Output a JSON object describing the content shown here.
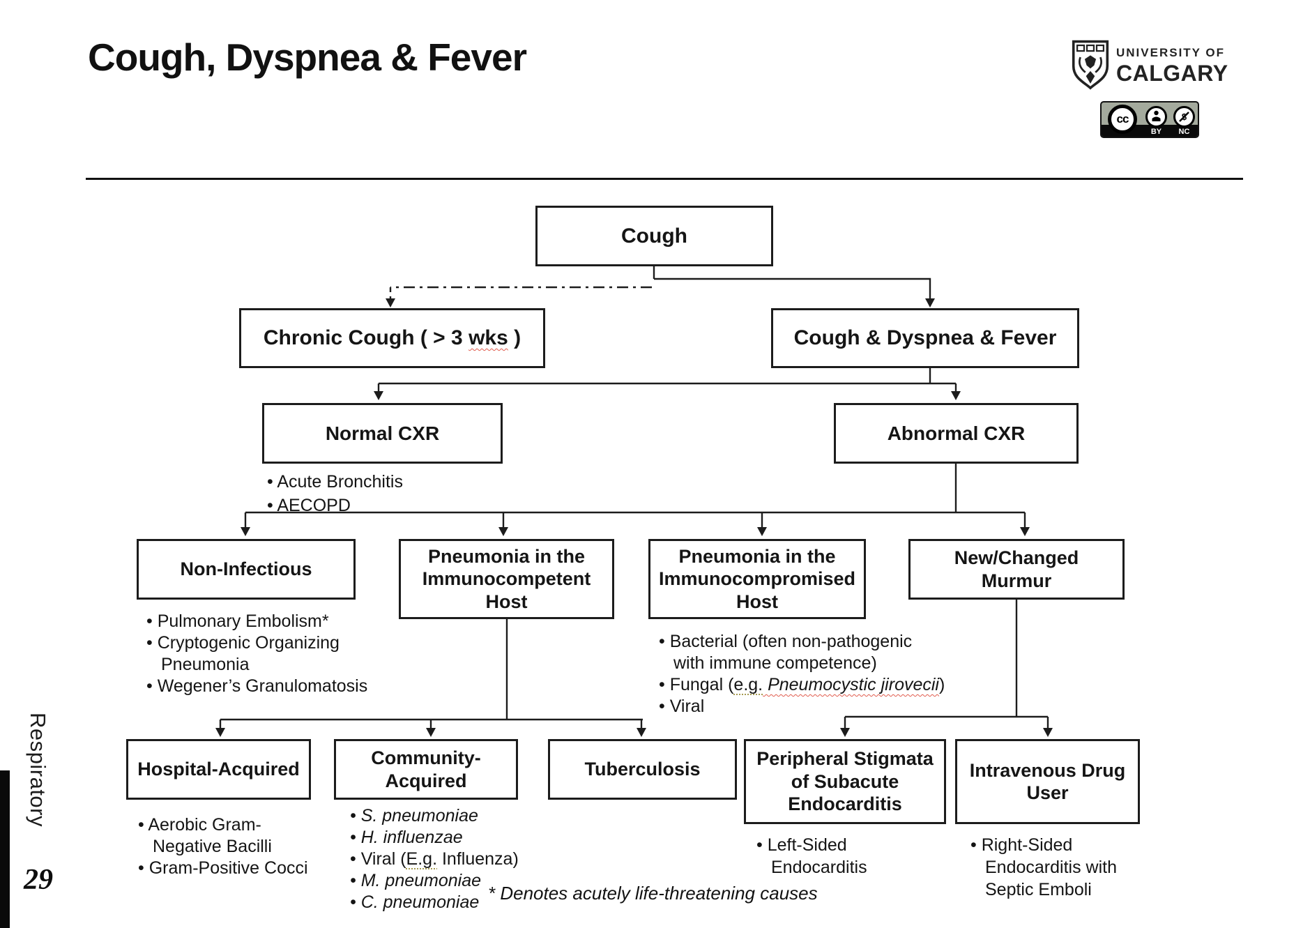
{
  "page": {
    "title": "Cough, Dyspnea & Fever",
    "sidebar_label": "Respiratory",
    "page_number": "29",
    "footnote": "* Denotes acutely life-threatening causes"
  },
  "logo": {
    "line1": "UNIVERSITY OF",
    "line2": "CALGARY"
  },
  "license": {
    "cc": "cc",
    "by": "BY",
    "nc": "NC"
  },
  "nodes": {
    "cough": "Cough",
    "chronic_pre": "Chronic Cough ( > 3 ",
    "chronic_wks": "wks",
    "chronic_post": " )",
    "cough_dyspnea_fever": "Cough & Dyspnea & Fever",
    "normal_cxr": "Normal CXR",
    "abnormal_cxr": "Abnormal CXR",
    "non_infectious": "Non-Infectious",
    "pneumonia_competent": "Pneumonia in the\nImmunocompetent\nHost",
    "pneumonia_compromised": "Pneumonia in the\nImmunocompromised\nHost",
    "murmur": "New/Changed\nMurmur",
    "hospital": "Hospital-Acquired",
    "community": "Community-\nAcquired",
    "tuberculosis": "Tuberculosis",
    "peripheral": "Peripheral Stigmata\nof Subacute\nEndocarditis",
    "ivdu": "Intravenous Drug\nUser"
  },
  "lists": {
    "normal": [
      "Acute Bronchitis",
      "AECOPD"
    ],
    "non_infectious": [
      "Pulmonary Embolism*",
      "Cryptogenic Organizing",
      "Pneumonia",
      "Wegener’s Granulomatosis"
    ],
    "compromised": {
      "b1": "Bacterial (often non-pathogenic",
      "b1b": "with immune competence)",
      "fungal_pre": "Fungal (",
      "fungal_eg": "e.g.",
      "fungal_species": " Pneumocystic jirovecii",
      "fungal_post": ")",
      "viral": "Viral"
    },
    "hospital": [
      "Aerobic Gram-",
      "Negative Bacilli",
      "Gram-Positive Cocci"
    ],
    "community": {
      "i1": "S. pneumoniae",
      "i2": "H. influenzae",
      "viral_pre": "Viral (",
      "viral_eg": "E.g.",
      "viral_post": " Influenza)",
      "i4": "M. pneumoniae",
      "i5": "C. pneumoniae"
    },
    "peripheral": [
      "Left-Sided",
      "Endocarditis"
    ],
    "ivdu": [
      "Right-Sided",
      "Endocarditis with",
      "Septic Emboli"
    ]
  }
}
